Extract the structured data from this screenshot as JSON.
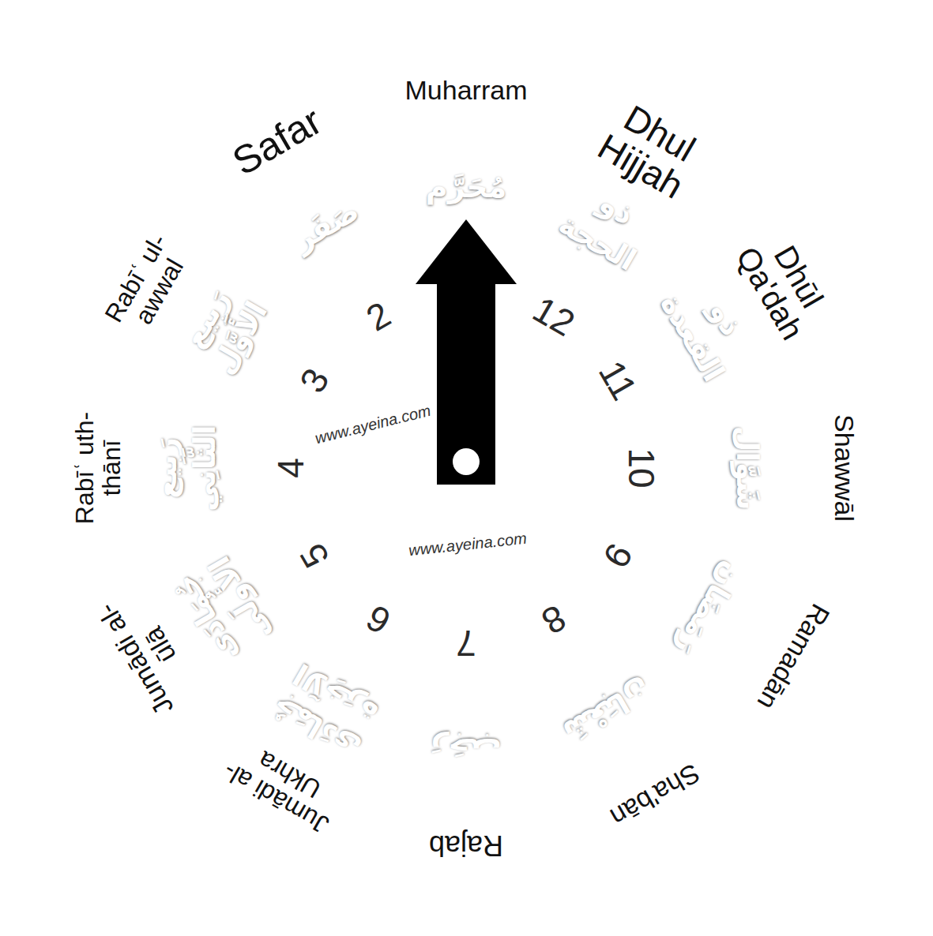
{
  "diagram": {
    "nodes": [
      {
        "text": [
          "Muharram",
          "مُحَرَّم"
        ]
      },
      {
        "text": [
          "Safar",
          "صَفَر",
          "2"
        ]
      },
      {
        "text": [
          "Rabīʿ ul-awwal",
          "رَبِيع الأَوَّل",
          "3"
        ]
      },
      {
        "text": [
          "Rabīʿ uth-thānī",
          "رَبِيع الثَّانِي",
          "4"
        ]
      },
      {
        "text": [
          "Jumādi al-ūlā",
          "جُمَادَى الأُولَى",
          "5"
        ]
      },
      {
        "text": [
          "Jumādi al-Ukhra",
          "جُمَادَى الآخِرَة",
          "6"
        ]
      },
      {
        "text": [
          "Rajab",
          "رَجَب",
          "7"
        ]
      },
      {
        "text": [
          "Sha'bān",
          "شَعْبَان",
          "8"
        ]
      },
      {
        "text": [
          "Ramadān",
          "رَمَضَان",
          "9"
        ]
      },
      {
        "text": [
          "Shawwāl",
          "شَوَّال",
          "10"
        ]
      },
      {
        "text": [
          "Dhūl Qa'dah",
          "ذو القعدة",
          "11"
        ]
      },
      {
        "text": [
          "Dhul Hijjah",
          "ذو الحجة",
          "12"
        ]
      }
    ],
    "labels": [
      "www.ayeina.com",
      "www.ayeina.com"
    ]
  }
}
